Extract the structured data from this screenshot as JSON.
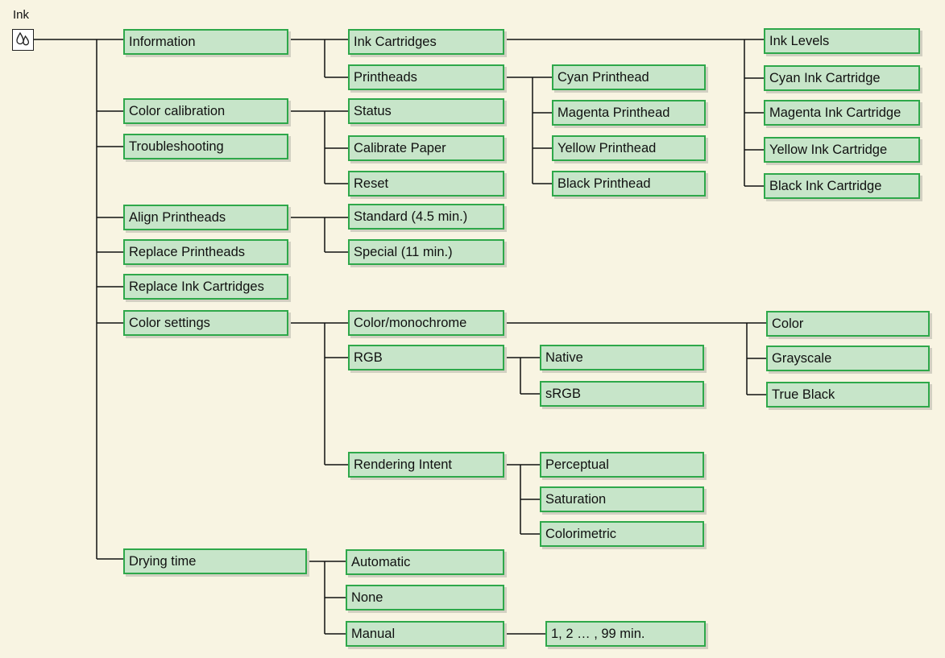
{
  "root": {
    "label": "Ink",
    "icon": "ink-drops-icon"
  },
  "colors": {
    "background": "#f8f4e2",
    "node_fill": "#c7e5c9",
    "node_border": "#2ea84a",
    "line": "#111111"
  },
  "menu": {
    "information": {
      "label": "Information",
      "ink_cartridges": {
        "label": "Ink Cartridges",
        "items": [
          "Ink Levels",
          "Cyan Ink Cartridge",
          "Magenta Ink Cartridge",
          "Yellow Ink Cartridge",
          "Black Ink Cartridge"
        ]
      },
      "printheads": {
        "label": "Printheads",
        "items": [
          "Cyan Printhead",
          "Magenta Printhead",
          "Yellow Printhead",
          "Black Printhead"
        ]
      }
    },
    "color_calibration": {
      "label": "Color calibration",
      "items": [
        "Status",
        "Calibrate Paper",
        "Reset"
      ]
    },
    "troubleshooting": {
      "label": "Troubleshooting"
    },
    "align_printheads": {
      "label": "Align Printheads",
      "items": [
        "Standard (4.5 min.)",
        "Special (11 min.)"
      ]
    },
    "replace_printheads": {
      "label": "Replace Printheads"
    },
    "replace_ink_cartridges": {
      "label": "Replace Ink Cartridges"
    },
    "color_settings": {
      "label": "Color settings",
      "color_monochrome": {
        "label": "Color/monochrome",
        "items": [
          "Color",
          "Grayscale",
          "True Black"
        ]
      },
      "rgb": {
        "label": "RGB",
        "items": [
          "Native",
          "sRGB"
        ]
      },
      "rendering_intent": {
        "label": "Rendering Intent",
        "items": [
          "Perceptual",
          "Saturation",
          "Colorimetric"
        ]
      }
    },
    "drying_time": {
      "label": "Drying time",
      "automatic": {
        "label": "Automatic"
      },
      "none": {
        "label": "None"
      },
      "manual": {
        "label": "Manual",
        "items": [
          "1, 2 … , 99 min."
        ]
      }
    }
  }
}
